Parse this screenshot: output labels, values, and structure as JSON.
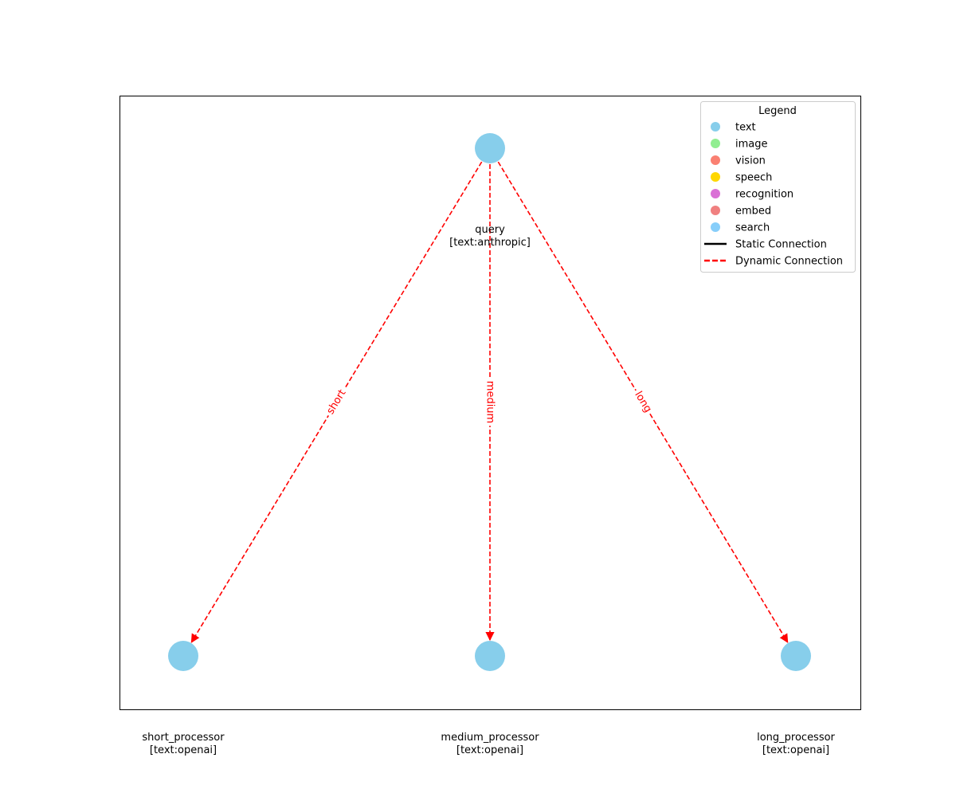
{
  "diagram": {
    "type": "directed_graph",
    "nodes": [
      {
        "id": "query",
        "label": "query",
        "sublabel": "[text:anthropic]",
        "category": "text",
        "color": "#87CEEB"
      },
      {
        "id": "short_processor",
        "label": "short_processor",
        "sublabel": "[text:openai]",
        "category": "text",
        "color": "#87CEEB"
      },
      {
        "id": "medium_processor",
        "label": "medium_processor",
        "sublabel": "[text:openai]",
        "category": "text",
        "color": "#87CEEB"
      },
      {
        "id": "long_processor",
        "label": "long_processor",
        "sublabel": "[text:openai]",
        "category": "text",
        "color": "#87CEEB"
      }
    ],
    "edges": [
      {
        "from": "query",
        "to": "short_processor",
        "label": "short",
        "style": "dynamic"
      },
      {
        "from": "query",
        "to": "medium_processor",
        "label": "medium",
        "style": "dynamic"
      },
      {
        "from": "query",
        "to": "long_processor",
        "label": "long",
        "style": "dynamic"
      }
    ],
    "colors": {
      "dynamic_edge": "#FF0000",
      "static_edge": "#000000",
      "frame": "#000000"
    }
  },
  "legend": {
    "title": "Legend",
    "placement": "top-right",
    "items": [
      {
        "label": "text",
        "marker": "circle",
        "color": "#87CEEB"
      },
      {
        "label": "image",
        "marker": "circle",
        "color": "#90EE90"
      },
      {
        "label": "vision",
        "marker": "circle",
        "color": "#FA8072"
      },
      {
        "label": "speech",
        "marker": "circle",
        "color": "#FFD700"
      },
      {
        "label": "recognition",
        "marker": "circle",
        "color": "#DA70D6"
      },
      {
        "label": "embed",
        "marker": "circle",
        "color": "#F08080"
      },
      {
        "label": "search",
        "marker": "circle",
        "color": "#87CEFA"
      },
      {
        "label": "Static Connection",
        "marker": "solid-line",
        "color": "#000000"
      },
      {
        "label": "Dynamic Connection",
        "marker": "dashed-line",
        "color": "#FF0000"
      }
    ]
  }
}
